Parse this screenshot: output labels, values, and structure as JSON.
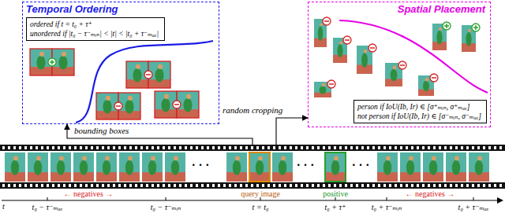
{
  "diagram": {
    "nodes": [
      {
        "text": [
          "Temporal Ordering"
        ]
      },
      {
        "text": [
          "ordered if t = t₀ + τ⁺",
          "unordered if |t₀ − τ⁻ₘᵢₙ| < |t| < |t₀ + τ⁻ₘₐₓ|"
        ],
        "in": 0
      },
      {
        "text": [
          "Spatial Placement"
        ]
      },
      {
        "text": [
          "person if IoU(Ib, Ir) ∈ [σ⁺ₘᵢₙ, σ⁺ₘₐₓ]",
          "not person if IoU(Ib, Ir) ∈ [σ⁻ₘᵢₙ, σ⁻ₘₐₓ]"
        ],
        "in": 2
      },
      {
        "text": [
          "· · ·",
          "· · ·",
          "· · ·"
        ]
      }
    ],
    "edges": [
      {
        "from": 4,
        "to": 0,
        "arrow": "to",
        "label": "bounding boxes"
      },
      {
        "from": 4,
        "to": 2,
        "arrow": "to",
        "label": "random cropping"
      }
    ],
    "labels": [
      "← negatives →",
      "query image",
      "positive",
      "← negatives →",
      "t",
      "t₀ − τ⁻ₘₐₓ",
      "t₀ − τ⁻ₘᵢₙ",
      "t = t₀",
      "t₀ + τ⁺",
      "t₀ + τ⁻ₘᵢₙ",
      "t₀ + τ⁻ₘₐₓ"
    ]
  }
}
